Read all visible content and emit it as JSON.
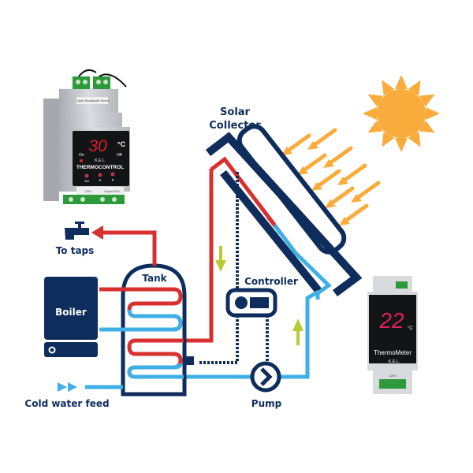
{
  "labels": {
    "solar_collector_line1": "Solar",
    "solar_collector_line2": "Collector",
    "to_taps": "To taps",
    "tank": "Tank",
    "boiler": "Boiler",
    "controller": "Controller",
    "pump": "Pump",
    "cold_water_feed": "Cold water feed"
  },
  "thermocontrol_device": {
    "display_value": "30",
    "unit": "°C",
    "on_label": "On",
    "off_label": "Off",
    "brand": "K.E.L.",
    "name": "THERMOCONTROL",
    "button_labels": [
      "Set",
      "▼",
      "▲"
    ],
    "top_terminals": [
      "Upper Sensor",
      "Lower Sensor"
    ],
    "bottom_terminals": [
      "220V",
      "Output 220V"
    ]
  },
  "thermometer_device": {
    "display_value": "22",
    "unit": "°C",
    "name": "ThermoMeter",
    "brand": "K.E.L.",
    "terminal_label": "220V"
  },
  "colors": {
    "navy": "#0e2d5c",
    "hot_red": "#d7302f",
    "cold_blue": "#3fb0e6",
    "sun_orange": "#f9ab3b",
    "flow_arrow_green": "#b7cc34",
    "led_red": "#e0202a"
  }
}
